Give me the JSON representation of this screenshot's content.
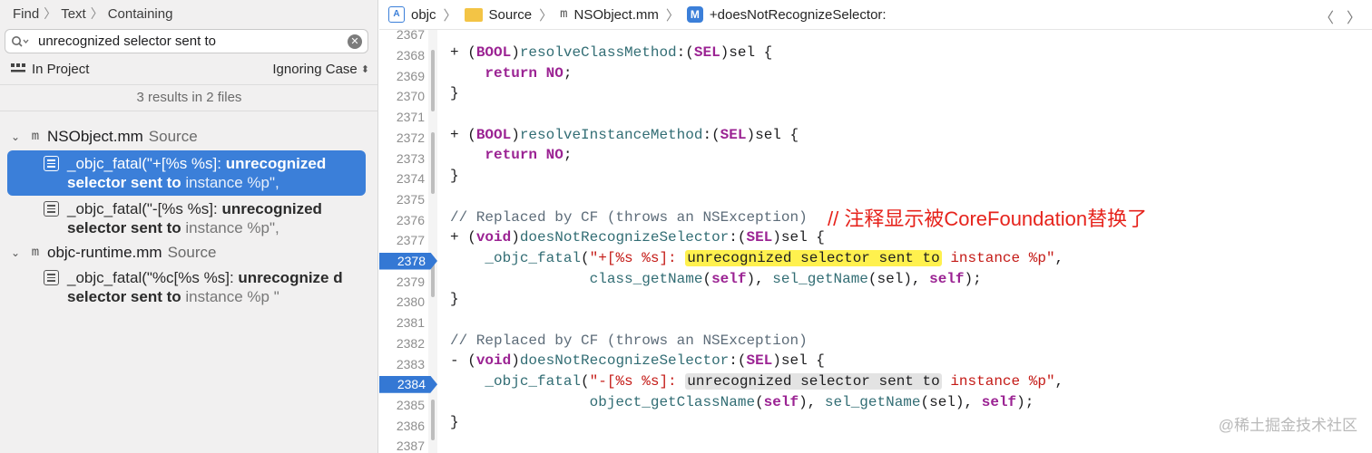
{
  "navigator": {
    "breadcrumb": [
      "Find",
      "Text",
      "Containing"
    ],
    "search": {
      "value": "unrecognized selector sent to",
      "placeholder": ""
    },
    "scope": "In Project",
    "case_mode": "Ignoring Case",
    "summary": "3 results in 2 files",
    "files": [
      {
        "name": "NSObject.mm",
        "kind": "Source",
        "matches": [
          {
            "pre": "_objc_fatal(\"+[%s %s]: ",
            "hit": "unrecognized selector sent to",
            "post": " instance %p\",",
            "selected": true
          },
          {
            "pre": "_objc_fatal(\"-[%s %s]: ",
            "hit": "unrecognized selector sent to",
            "post": " instance %p\",",
            "selected": false
          }
        ]
      },
      {
        "name": "objc-runtime.mm",
        "kind": "Source",
        "matches": [
          {
            "pre": "_objc_fatal(\"%c[%s %s]: ",
            "hit": "unrecognize d selector sent to",
            "post": " instance %p \"",
            "selected": false
          }
        ]
      }
    ]
  },
  "jumpbar": {
    "items": [
      "objc",
      "Source",
      "NSObject.mm",
      "+doesNotRecognizeSelector:"
    ]
  },
  "editor": {
    "line_numbers": [
      "2367",
      "2368",
      "2369",
      "2370",
      "2371",
      "2372",
      "2373",
      "2374",
      "2375",
      "2376",
      "2377",
      "2378",
      "2379",
      "2380",
      "2381",
      "2382",
      "2383",
      "2384",
      "2385",
      "2386",
      "2387"
    ],
    "breakpoint_lines": [
      "2378",
      "2384"
    ],
    "annotation": "// 注释显示被CoreFoundation替换了",
    "watermark": "@稀土掘金技术社区",
    "code": {
      "l2368_a": "+ (",
      "l2368_bool": "BOOL",
      "l2368_b": ")",
      "l2368_fn": "resolveClassMethod",
      "l2368_c": ":(",
      "l2368_sel": "SEL",
      "l2368_d": ")sel {",
      "l2369_ret": "return",
      "l2369_no": "NO",
      "l2369_end": ";",
      "l2370": "}",
      "l2372_a": "+ (",
      "l2372_bool": "BOOL",
      "l2372_b": ")",
      "l2372_fn": "resolveInstanceMethod",
      "l2372_c": ":(",
      "l2372_sel": "SEL",
      "l2372_d": ")sel {",
      "l2373_ret": "return",
      "l2373_no": "NO",
      "l2373_end": ";",
      "l2374": "}",
      "l2376_comment": "// Replaced by CF (throws an NSException)",
      "l2377_a": "+ (",
      "l2377_void": "void",
      "l2377_b": ")",
      "l2377_fn": "doesNotRecognizeSelector",
      "l2377_c": ":(",
      "l2377_sel": "SEL",
      "l2377_d": ")sel {",
      "l2378_fn": "_objc_fatal",
      "l2378_a": "(",
      "l2378_s1": "\"+[%s %s]: ",
      "l2378_hit": "unrecognized selector sent to",
      "l2378_s2": " instance %p\"",
      "l2378_end": ",",
      "l2379_fn1": "class_getName",
      "l2379_a": "(",
      "l2379_self1": "self",
      "l2379_b": "), ",
      "l2379_fn2": "sel_getName",
      "l2379_c": "(sel), ",
      "l2379_self2": "self",
      "l2379_d": ");",
      "l2380": "}",
      "l2382_comment": "// Replaced by CF (throws an NSException)",
      "l2383_a": "- (",
      "l2383_void": "void",
      "l2383_b": ")",
      "l2383_fn": "doesNotRecognizeSelector",
      "l2383_c": ":(",
      "l2383_sel": "SEL",
      "l2383_d": ")sel {",
      "l2384_fn": "_objc_fatal",
      "l2384_a": "(",
      "l2384_s1": "\"-[%s %s]: ",
      "l2384_hit": "unrecognized selector sent to",
      "l2384_s2": " instance %p\"",
      "l2384_end": ",",
      "l2385_fn1": "object_getClassName",
      "l2385_a": "(",
      "l2385_self1": "self",
      "l2385_b": "), ",
      "l2385_fn2": "sel_getName",
      "l2385_c": "(sel), ",
      "l2385_self2": "self",
      "l2385_d": ");",
      "l2386": "}"
    }
  }
}
